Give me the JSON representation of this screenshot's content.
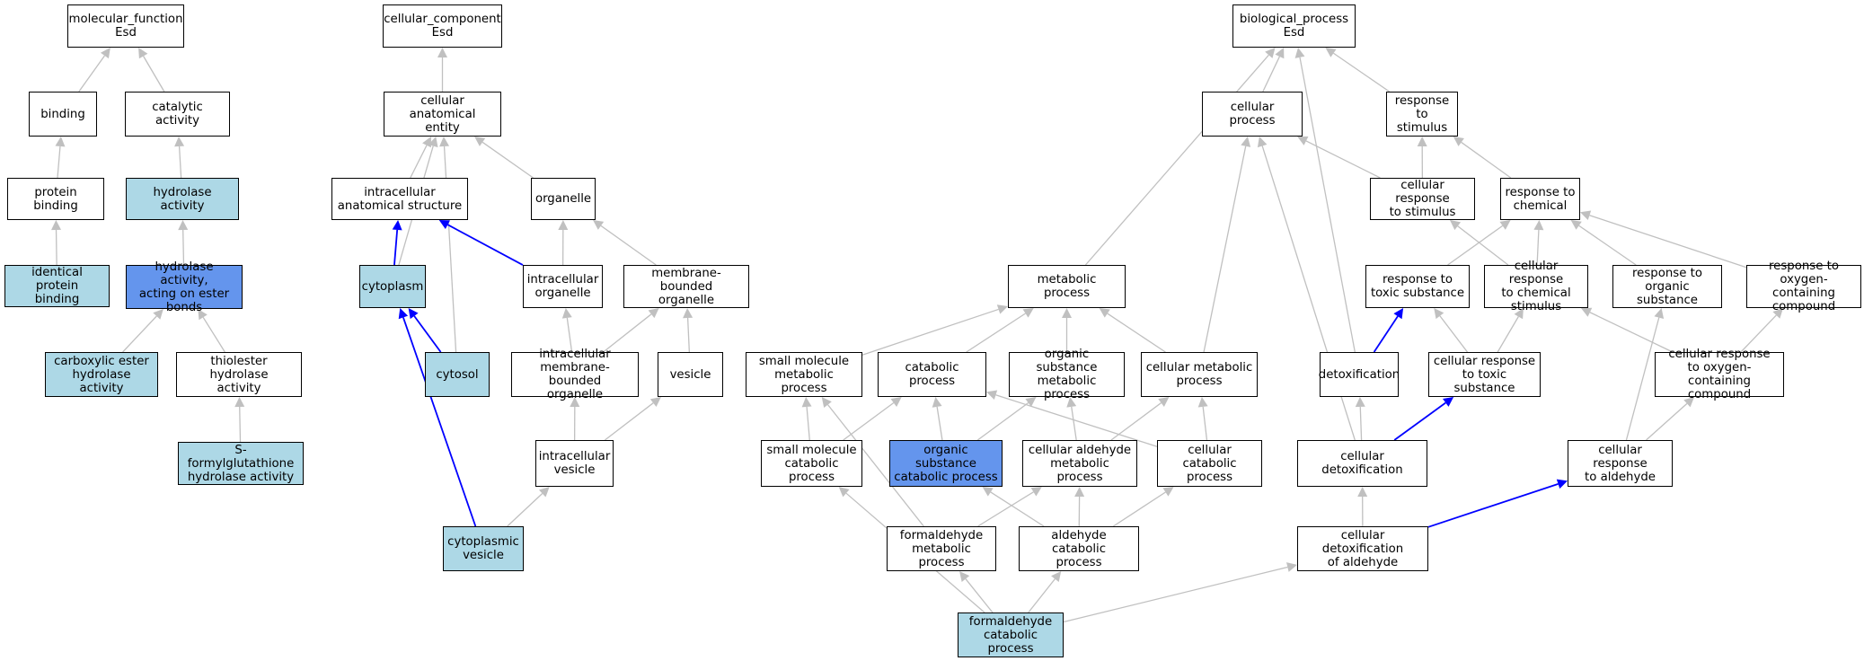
{
  "diagram": {
    "title": "",
    "nodes": [
      {
        "id": "mf",
        "label": "molecular_function\nEsd",
        "fill": "white"
      },
      {
        "id": "binding",
        "label": "binding",
        "fill": "white"
      },
      {
        "id": "catalytic",
        "label": "catalytic activity",
        "fill": "white"
      },
      {
        "id": "protbind",
        "label": "protein binding",
        "fill": "white"
      },
      {
        "id": "hydrolase",
        "label": "hydrolase activity",
        "fill": "light"
      },
      {
        "id": "identprot",
        "label": "identical protein\nbinding",
        "fill": "light"
      },
      {
        "id": "hydroester",
        "label": "hydrolase activity,\nacting on ester\nbonds",
        "fill": "dark"
      },
      {
        "id": "carbester",
        "label": "carboxylic ester\nhydrolase activity",
        "fill": "light"
      },
      {
        "id": "thiolester",
        "label": "thiolester hydrolase\nactivity",
        "fill": "white"
      },
      {
        "id": "sformyl",
        "label": "S-formylglutathione\nhydrolase activity",
        "fill": "light"
      },
      {
        "id": "cc",
        "label": "cellular_component\nEsd",
        "fill": "white"
      },
      {
        "id": "cae",
        "label": "cellular anatomical\nentity",
        "fill": "white"
      },
      {
        "id": "ias",
        "label": "intracellular\nanatomical structure",
        "fill": "white"
      },
      {
        "id": "organelle",
        "label": "organelle",
        "fill": "white"
      },
      {
        "id": "cytoplasm",
        "label": "cytoplasm",
        "fill": "light"
      },
      {
        "id": "intorg",
        "label": "intracellular\norganelle",
        "fill": "white"
      },
      {
        "id": "mbo",
        "label": "membrane-bounded\norganelle",
        "fill": "white"
      },
      {
        "id": "cytosol",
        "label": "cytosol",
        "fill": "light"
      },
      {
        "id": "imbo",
        "label": "intracellular\nmembrane-bounded\norganelle",
        "fill": "white"
      },
      {
        "id": "vesicle",
        "label": "vesicle",
        "fill": "white"
      },
      {
        "id": "intves",
        "label": "intracellular\nvesicle",
        "fill": "white"
      },
      {
        "id": "cytoves",
        "label": "cytoplasmic\nvesicle",
        "fill": "light"
      },
      {
        "id": "bp",
        "label": "biological_process\nEsd",
        "fill": "white"
      },
      {
        "id": "cellproc",
        "label": "cellular process",
        "fill": "white"
      },
      {
        "id": "respstim",
        "label": "response to\nstimulus",
        "fill": "white"
      },
      {
        "id": "cellrespstim",
        "label": "cellular response\nto stimulus",
        "fill": "white"
      },
      {
        "id": "respchem",
        "label": "response to\nchemical",
        "fill": "white"
      },
      {
        "id": "metab",
        "label": "metabolic process",
        "fill": "white"
      },
      {
        "id": "resptox",
        "label": "response to\ntoxic substance",
        "fill": "white"
      },
      {
        "id": "cellrespchem",
        "label": "cellular response\nto chemical\nstimulus",
        "fill": "white"
      },
      {
        "id": "resporg",
        "label": "response to\norganic substance",
        "fill": "white"
      },
      {
        "id": "respoxy",
        "label": "response to\noxygen-containing\ncompound",
        "fill": "white"
      },
      {
        "id": "smmp",
        "label": "small molecule\nmetabolic process",
        "fill": "white"
      },
      {
        "id": "catab",
        "label": "catabolic process",
        "fill": "white"
      },
      {
        "id": "osmp",
        "label": "organic substance\nmetabolic process",
        "fill": "white"
      },
      {
        "id": "cellmetab",
        "label": "cellular metabolic\nprocess",
        "fill": "white"
      },
      {
        "id": "detox",
        "label": "detoxification",
        "fill": "white"
      },
      {
        "id": "cellresptox",
        "label": "cellular response\nto toxic substance",
        "fill": "white"
      },
      {
        "id": "cellrespoxy",
        "label": "cellular response\nto oxygen-containing\ncompound",
        "fill": "white"
      },
      {
        "id": "smcp",
        "label": "small molecule\ncatabolic process",
        "fill": "white"
      },
      {
        "id": "oscp",
        "label": "organic substance\ncatabolic process",
        "fill": "dark"
      },
      {
        "id": "camp",
        "label": "cellular aldehyde\nmetabolic process",
        "fill": "white"
      },
      {
        "id": "cellcatab",
        "label": "cellular catabolic\nprocess",
        "fill": "white"
      },
      {
        "id": "celldetox",
        "label": "cellular detoxification",
        "fill": "white"
      },
      {
        "id": "cellrespald",
        "label": "cellular response\nto aldehyde",
        "fill": "white"
      },
      {
        "id": "fmp",
        "label": "formaldehyde\nmetabolic process",
        "fill": "white"
      },
      {
        "id": "acp",
        "label": "aldehyde catabolic\nprocess",
        "fill": "white"
      },
      {
        "id": "cdald",
        "label": "cellular detoxification\nof aldehyde",
        "fill": "white"
      },
      {
        "id": "fcp",
        "label": "formaldehyde\ncatabolic process",
        "fill": "light"
      }
    ],
    "edges": [
      {
        "from": "binding",
        "to": "mf",
        "color": "gray"
      },
      {
        "from": "catalytic",
        "to": "mf",
        "color": "gray"
      },
      {
        "from": "protbind",
        "to": "binding",
        "color": "gray"
      },
      {
        "from": "hydrolase",
        "to": "catalytic",
        "color": "gray"
      },
      {
        "from": "identprot",
        "to": "protbind",
        "color": "gray"
      },
      {
        "from": "hydroester",
        "to": "hydrolase",
        "color": "gray"
      },
      {
        "from": "carbester",
        "to": "hydroester",
        "color": "gray"
      },
      {
        "from": "thiolester",
        "to": "hydroester",
        "color": "gray"
      },
      {
        "from": "sformyl",
        "to": "thiolester",
        "color": "gray"
      },
      {
        "from": "cae",
        "to": "cc",
        "color": "gray"
      },
      {
        "from": "ias",
        "to": "cae",
        "color": "gray"
      },
      {
        "from": "organelle",
        "to": "cae",
        "color": "gray"
      },
      {
        "from": "cytoplasm",
        "to": "cae",
        "color": "gray"
      },
      {
        "from": "cytosol",
        "to": "cae",
        "color": "gray"
      },
      {
        "from": "cytoplasm",
        "to": "ias",
        "color": "blue"
      },
      {
        "from": "intorg",
        "to": "ias",
        "color": "blue"
      },
      {
        "from": "intorg",
        "to": "organelle",
        "color": "gray"
      },
      {
        "from": "mbo",
        "to": "organelle",
        "color": "gray"
      },
      {
        "from": "cytosol",
        "to": "cytoplasm",
        "color": "blue"
      },
      {
        "from": "cytoves",
        "to": "cytoplasm",
        "color": "blue"
      },
      {
        "from": "imbo",
        "to": "intorg",
        "color": "gray"
      },
      {
        "from": "imbo",
        "to": "mbo",
        "color": "gray"
      },
      {
        "from": "vesicle",
        "to": "mbo",
        "color": "gray"
      },
      {
        "from": "intves",
        "to": "imbo",
        "color": "gray"
      },
      {
        "from": "intves",
        "to": "vesicle",
        "color": "gray"
      },
      {
        "from": "cytoves",
        "to": "intves",
        "color": "gray"
      },
      {
        "from": "cellproc",
        "to": "bp",
        "color": "gray"
      },
      {
        "from": "respstim",
        "to": "bp",
        "color": "gray"
      },
      {
        "from": "metab",
        "to": "bp",
        "color": "gray"
      },
      {
        "from": "detox",
        "to": "bp",
        "color": "gray"
      },
      {
        "from": "cellrespstim",
        "to": "cellproc",
        "color": "gray"
      },
      {
        "from": "cellrespstim",
        "to": "respstim",
        "color": "gray"
      },
      {
        "from": "respchem",
        "to": "respstim",
        "color": "gray"
      },
      {
        "from": "cellmetab",
        "to": "cellproc",
        "color": "gray"
      },
      {
        "from": "celldetox",
        "to": "cellproc",
        "color": "gray"
      },
      {
        "from": "resptox",
        "to": "respchem",
        "color": "gray"
      },
      {
        "from": "cellrespchem",
        "to": "respchem",
        "color": "gray"
      },
      {
        "from": "resporg",
        "to": "respchem",
        "color": "gray"
      },
      {
        "from": "respoxy",
        "to": "respchem",
        "color": "gray"
      },
      {
        "from": "cellrespchem",
        "to": "cellrespstim",
        "color": "gray"
      },
      {
        "from": "detox",
        "to": "resptox",
        "color": "blue"
      },
      {
        "from": "cellresptox",
        "to": "resptox",
        "color": "gray"
      },
      {
        "from": "cellresptox",
        "to": "cellrespchem",
        "color": "gray"
      },
      {
        "from": "cellrespoxy",
        "to": "cellrespchem",
        "color": "gray"
      },
      {
        "from": "cellrespoxy",
        "to": "respoxy",
        "color": "gray"
      },
      {
        "from": "cellrespald",
        "to": "resporg",
        "color": "gray"
      },
      {
        "from": "cellrespald",
        "to": "cellrespoxy",
        "color": "gray"
      },
      {
        "from": "celldetox",
        "to": "detox",
        "color": "gray"
      },
      {
        "from": "celldetox",
        "to": "cellresptox",
        "color": "blue"
      },
      {
        "from": "cdald",
        "to": "celldetox",
        "color": "gray"
      },
      {
        "from": "cdald",
        "to": "cellrespald",
        "color": "blue"
      },
      {
        "from": "smmp",
        "to": "metab",
        "color": "gray"
      },
      {
        "from": "catab",
        "to": "metab",
        "color": "gray"
      },
      {
        "from": "osmp",
        "to": "metab",
        "color": "gray"
      },
      {
        "from": "cellmetab",
        "to": "metab",
        "color": "gray"
      },
      {
        "from": "smcp",
        "to": "smmp",
        "color": "gray"
      },
      {
        "from": "smcp",
        "to": "catab",
        "color": "gray"
      },
      {
        "from": "oscp",
        "to": "catab",
        "color": "gray"
      },
      {
        "from": "oscp",
        "to": "osmp",
        "color": "gray"
      },
      {
        "from": "camp",
        "to": "osmp",
        "color": "gray"
      },
      {
        "from": "camp",
        "to": "cellmetab",
        "color": "gray"
      },
      {
        "from": "cellcatab",
        "to": "catab",
        "color": "gray"
      },
      {
        "from": "cellcatab",
        "to": "cellmetab",
        "color": "gray"
      },
      {
        "from": "fmp",
        "to": "smmp",
        "color": "gray"
      },
      {
        "from": "fmp",
        "to": "camp",
        "color": "gray"
      },
      {
        "from": "acp",
        "to": "oscp",
        "color": "gray"
      },
      {
        "from": "acp",
        "to": "camp",
        "color": "gray"
      },
      {
        "from": "acp",
        "to": "cellcatab",
        "color": "gray"
      },
      {
        "from": "fcp",
        "to": "fmp",
        "color": "gray"
      },
      {
        "from": "fcp",
        "to": "acp",
        "color": "gray"
      },
      {
        "from": "fcp",
        "to": "smcp",
        "color": "gray"
      },
      {
        "from": "fcp",
        "to": "cdald",
        "color": "gray"
      }
    ],
    "colors": {
      "light": "#add8e6",
      "dark": "#6495ed",
      "white": "#ffffff",
      "gray_edge": "#c0c0c0",
      "blue_edge": "#0000ff"
    }
  }
}
